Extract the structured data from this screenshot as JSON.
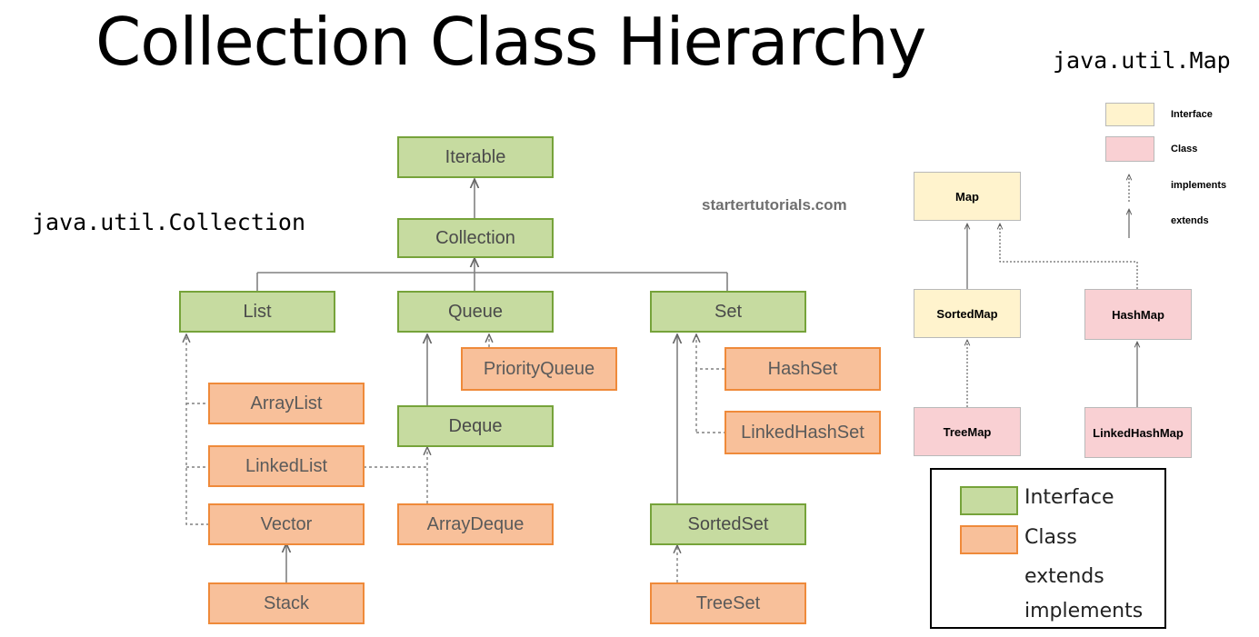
{
  "title": "Collection Class Hierarchy",
  "packages": {
    "collection": "java.util.Collection",
    "map": "java.util.Map"
  },
  "watermark": "startertutorials.com",
  "colors": {
    "interface_fill": "#c6dba0",
    "interface_border": "#76a33a",
    "class_fill": "#f8c09a",
    "class_border": "#ef8a3a",
    "map_interface_fill": "#fff3cd",
    "map_class_fill": "#f9d0d3"
  },
  "collection_nodes": {
    "iterable": "Iterable",
    "collection": "Collection",
    "list": "List",
    "queue": "Queue",
    "set": "Set",
    "priority_queue": "PriorityQueue",
    "array_list": "ArrayList",
    "deque": "Deque",
    "hash_set": "HashSet",
    "linked_hash_set": "LinkedHashSet",
    "linked_list": "LinkedList",
    "vector": "Vector",
    "array_deque": "ArrayDeque",
    "sorted_set": "SortedSet",
    "stack": "Stack",
    "tree_set": "TreeSet"
  },
  "map_nodes": {
    "map": "Map",
    "sorted_map": "SortedMap",
    "hash_map": "HashMap",
    "tree_map": "TreeMap",
    "linked_hash_map": "LinkedHashMap"
  },
  "map_legend": {
    "interface": "Interface",
    "class": "Class",
    "implements": "implements",
    "extends": "extends"
  },
  "legend": {
    "interface": "Interface",
    "class": "Class",
    "extends": "extends",
    "implements": "implements"
  },
  "relations": [
    {
      "from": "Collection",
      "to": "Iterable",
      "type": "extends"
    },
    {
      "from": "List",
      "to": "Collection",
      "type": "extends"
    },
    {
      "from": "Queue",
      "to": "Collection",
      "type": "extends"
    },
    {
      "from": "Set",
      "to": "Collection",
      "type": "extends"
    },
    {
      "from": "ArrayList",
      "to": "List",
      "type": "implements"
    },
    {
      "from": "LinkedList",
      "to": "List",
      "type": "implements"
    },
    {
      "from": "Vector",
      "to": "List",
      "type": "implements"
    },
    {
      "from": "Stack",
      "to": "Vector",
      "type": "extends"
    },
    {
      "from": "PriorityQueue",
      "to": "Queue",
      "type": "implements"
    },
    {
      "from": "Deque",
      "to": "Queue",
      "type": "extends"
    },
    {
      "from": "LinkedList",
      "to": "Deque",
      "type": "implements"
    },
    {
      "from": "ArrayDeque",
      "to": "Deque",
      "type": "implements"
    },
    {
      "from": "HashSet",
      "to": "Set",
      "type": "implements"
    },
    {
      "from": "LinkedHashSet",
      "to": "Set",
      "type": "implements"
    },
    {
      "from": "SortedSet",
      "to": "Set",
      "type": "extends"
    },
    {
      "from": "TreeSet",
      "to": "SortedSet",
      "type": "implements"
    },
    {
      "from": "SortedMap",
      "to": "Map",
      "type": "extends"
    },
    {
      "from": "HashMap",
      "to": "Map",
      "type": "implements"
    },
    {
      "from": "TreeMap",
      "to": "SortedMap",
      "type": "implements"
    },
    {
      "from": "LinkedHashMap",
      "to": "HashMap",
      "type": "extends"
    }
  ]
}
